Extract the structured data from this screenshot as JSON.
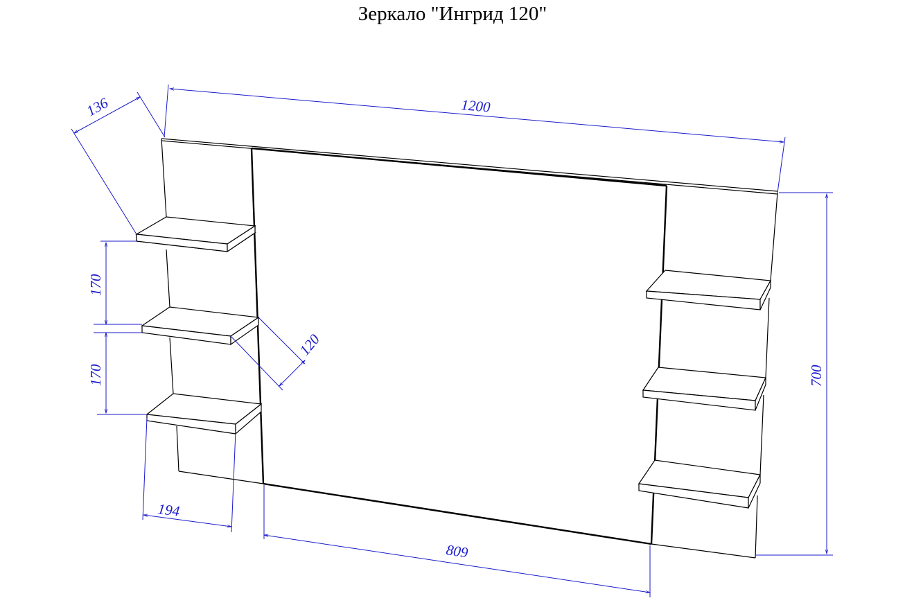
{
  "title": "Зеркало \"Ингрид 120\"",
  "dimensions": {
    "width_total": "1200",
    "depth_shelf_top": "136",
    "shelf_gap_1": "170",
    "shelf_gap_2": "170",
    "shelf_depth": "120",
    "shelf_width": "194",
    "mirror_width": "809",
    "height_total": "700"
  },
  "colors": {
    "dimension": "#1a1acc",
    "outline": "#000000"
  }
}
